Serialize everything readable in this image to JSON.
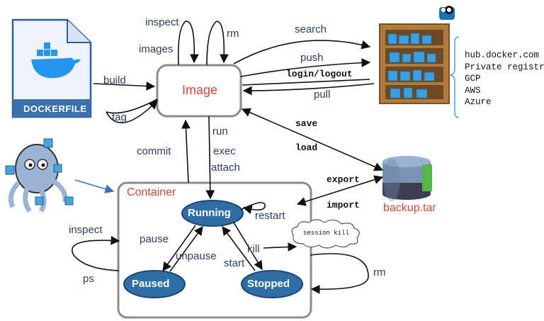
{
  "dockerfile": {
    "caption": "DOCKERFILE"
  },
  "image_node": {
    "label": "Image"
  },
  "container_node": {
    "label": "Container"
  },
  "states": {
    "running": "Running",
    "paused": "Paused",
    "stopped": "Stopped"
  },
  "commands": {
    "inspect": "inspect",
    "images": "images",
    "rm_image": "rm",
    "build": "build",
    "tag": "tag",
    "search": "search",
    "push": "push",
    "login_logout": "login/logout",
    "pull": "pull",
    "save": "save",
    "load": "load",
    "commit": "commit",
    "run": "run",
    "exec": "exec",
    "attach": "attach",
    "export": "export",
    "import": "import",
    "restart": "restart",
    "pause": "pause",
    "unpause": "unpause",
    "kill": "kill",
    "start": "start",
    "container_inspect": "inspect",
    "ps": "ps",
    "rm_container": "rm"
  },
  "cloud_note": "session kill",
  "backup": {
    "label": "backup.tar"
  },
  "registries": [
    "hub.docker.com",
    "Private registry",
    "GCP",
    "AWS",
    "Azure"
  ],
  "colors": {
    "text": "#2e3f5c",
    "state_fill": "#2f6da5",
    "box_border": "#8c8c8c",
    "red_label": "#d0463b",
    "docker_blue": "#2496ed",
    "shelf_wood": "#b07c3e"
  }
}
